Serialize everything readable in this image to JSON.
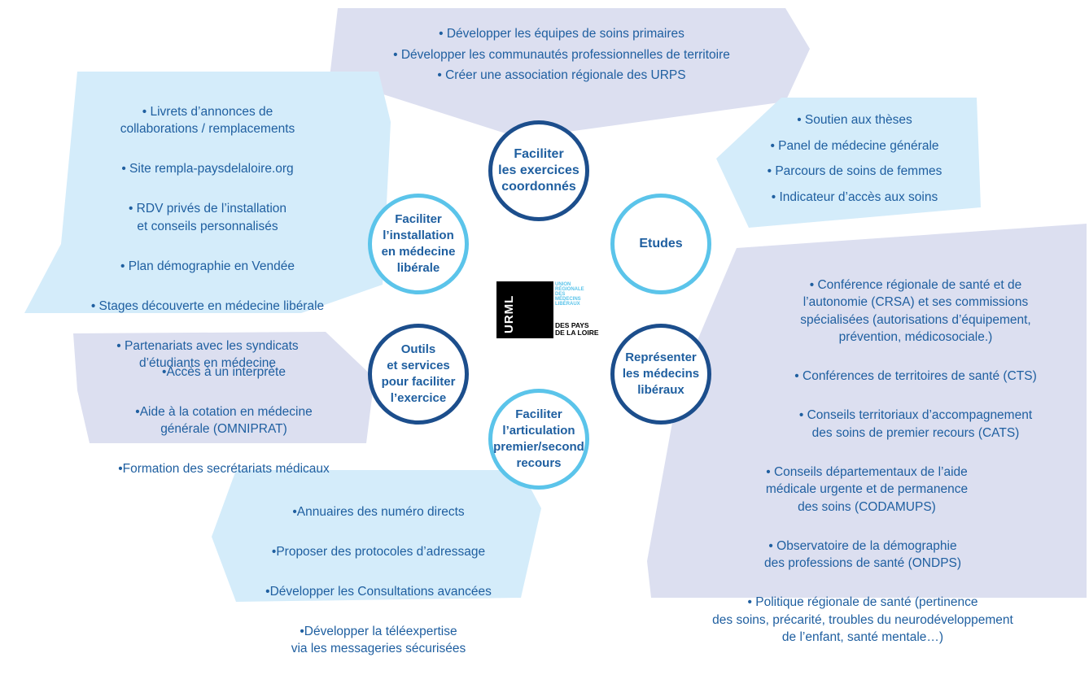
{
  "colors": {
    "panel_light": "#d4ecfa",
    "panel_lavender": "#dcdff0",
    "text": "#1f5fa0",
    "dark_ring": "#1c4e8c",
    "light_ring": "#5bc4ea"
  },
  "panels": {
    "top": [
      "• Développer les équipes de soins primaires",
      "• Développer les communautés professionnelles de territoire",
      "• Créer une association régionale des URPS"
    ],
    "left_top": [
      "• Livrets d’annonces de\ncollaborations / remplacements",
      "• Site rempla-paysdelaloire.org",
      "• RDV privés de l’installation\net conseils personnalisés",
      "• Plan démographie en Vendée",
      "• Stages découverte en médecine libérale",
      "• Partenariats avec les syndicats\nd’étudiants en médecine"
    ],
    "right_top": [
      "• Soutien aux thèses",
      "• Panel de médecine générale",
      "• Parcours de soins de femmes",
      "• Indicateur d’accès aux soins"
    ],
    "left_mid": [
      "•Accès à un interprète",
      "•Aide à la cotation en médecine\ngénérale (OMNIPRAT)",
      "•Formation des secrétariats médicaux"
    ],
    "bottom": [
      "•Annuaires des numéro directs",
      "•Proposer des protocoles d’adressage",
      "•Développer les Consultations avancées",
      "•Développer la téléexpertise\nvia les messageries sécurisées"
    ],
    "right_big": [
      "• Conférence régionale de santé et de\nl’autonomie (CRSA) et ses commissions\nspécialisées (autorisations d’équipement,\nprévention, médicosociale.)",
      "• Conférences de territoires de santé (CTS)",
      "• Conseils territoriaux d’accompagnement\ndes soins de premier recours (CATS)",
      "• Conseils départementaux de l’aide\nmédicale urgente et de permanence\ndes soins (CODAMUPS)",
      "• Observatoire de la démographie\ndes professions de santé (ONDPS)",
      "• Politique régionale de santé (pertinence\ndes soins, précarité, troubles du neurodéveloppement\nde l’enfant, santé mentale…)"
    ]
  },
  "circles": {
    "coord": "Faciliter\nles exercices\ncoordonnés",
    "etudes": "Etudes",
    "installation": "Faciliter\nl’installation\nen médecine\nlibérale",
    "outils": "Outils\net services\npour faciliter\nl’exercice",
    "articulation": "Faciliter\nl’articulation\npremier/second\nrecours",
    "representer": "Représenter\nles médecins\nlibéraux"
  },
  "logo": {
    "mark": "URML",
    "subtitle": "UNION\nRÉGIONALE\nDES\nMÉDECINS\nLIBÉRAUX",
    "region": "DES PAYS\nDE LA LOIRE"
  }
}
